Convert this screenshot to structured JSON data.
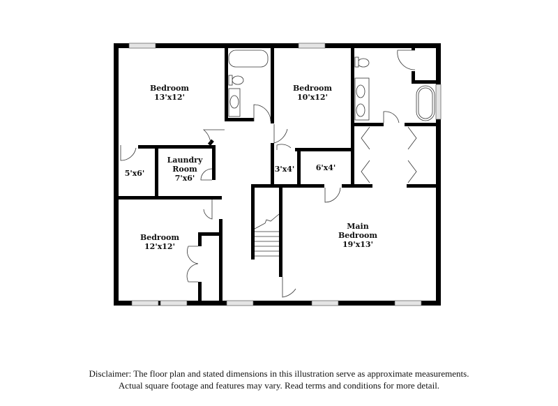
{
  "floor_plan": {
    "rooms": [
      {
        "id": "bedroom-1",
        "name": "Bedroom",
        "size": "13'x12'"
      },
      {
        "id": "bedroom-2",
        "name": "Bedroom",
        "size": "10'x12'"
      },
      {
        "id": "closet-5x6",
        "name": "",
        "size": "5'x6'"
      },
      {
        "id": "laundry",
        "name_line1": "Laundry",
        "name_line2": "Room",
        "size": "7'x6'"
      },
      {
        "id": "closet-3x4",
        "name": "",
        "size": "3'x4'"
      },
      {
        "id": "closet-6x4",
        "name": "",
        "size": "6'x4'"
      },
      {
        "id": "bedroom-3",
        "name": "Bedroom",
        "size": "12'x12'"
      },
      {
        "id": "main-bedroom",
        "name_line1": "Main",
        "name_line2": "Bedroom",
        "size": "19'x13'"
      }
    ]
  },
  "disclaimer": {
    "line1": "Disclaimer: The floor plan and stated dimensions in this illustration serve as approximate measurements.",
    "line2": "Actual square footage and features may vary. Read terms and conditions for more detail."
  }
}
